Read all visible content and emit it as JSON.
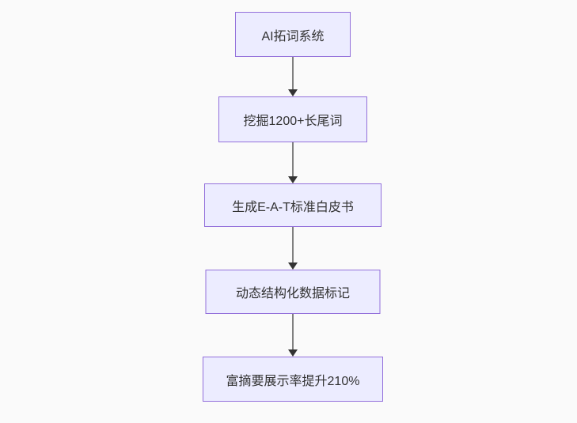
{
  "diagram": {
    "type": "flowchart",
    "direction": "top-to-bottom",
    "nodes": [
      {
        "label": "AI拓词系统"
      },
      {
        "label": "挖掘1200+长尾词"
      },
      {
        "label": "生成E-A-T标准白皮书"
      },
      {
        "label": "动态结构化数据标记"
      },
      {
        "label": "富摘要展示率提升210%"
      }
    ],
    "edges": [
      {
        "from": "AI拓词系统",
        "to": "挖掘1200+长尾词"
      },
      {
        "from": "挖掘1200+长尾词",
        "to": "生成E-A-T标准白皮书"
      },
      {
        "from": "生成E-A-T标准白皮书",
        "to": "动态结构化数据标记"
      },
      {
        "from": "动态结构化数据标记",
        "to": "富摘要展示率提升210%"
      }
    ],
    "colors": {
      "background": "#FAFAFA",
      "node_fill": "#ECECFF",
      "node_border": "#9370DB",
      "node_text": "#333333",
      "edge_line": "#808080",
      "arrowhead": "#333333"
    }
  }
}
